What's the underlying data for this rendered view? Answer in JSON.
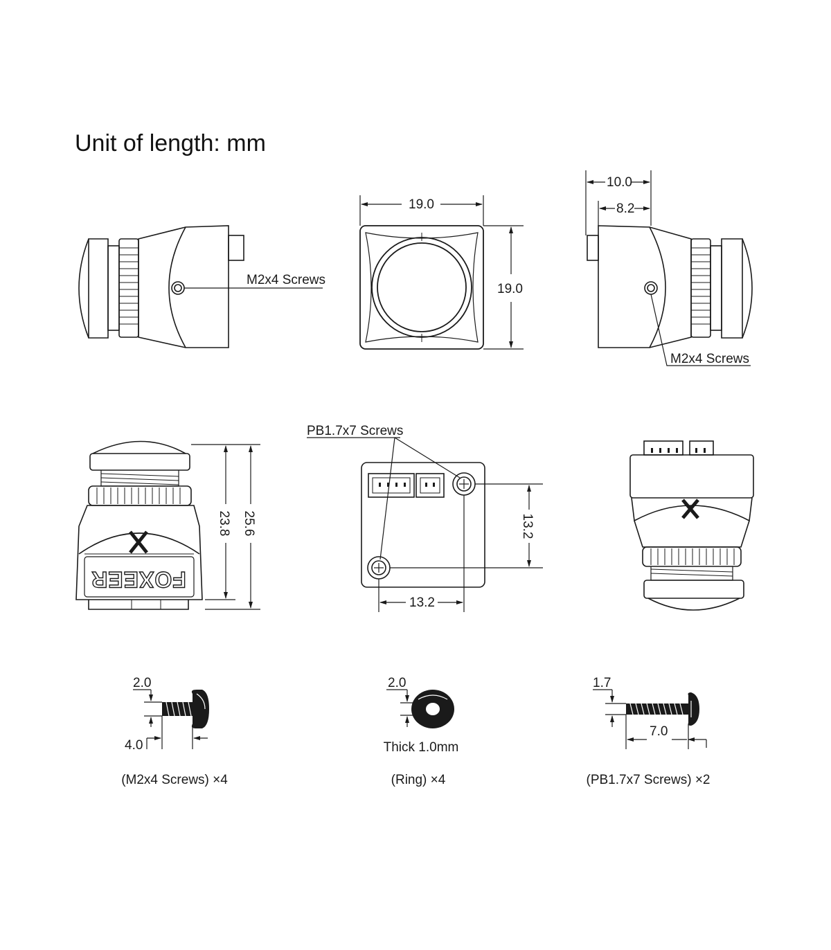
{
  "title": "Unit of length: mm",
  "callouts": {
    "m2x4_left": "M2x4 Screws",
    "m2x4_right": "M2x4 Screws",
    "pb_screws": "PB1.7x7 Screws"
  },
  "dimensions": {
    "front_width": "19.0",
    "front_height": "19.0",
    "side_depth_total": "10.0",
    "side_depth_body": "8.2",
    "height_body": "23.8",
    "height_total": "25.6",
    "back_hole_vertical": "13.2",
    "back_hole_horizontal": "13.2",
    "screw_diameter": "2.0",
    "screw_length": "4.0",
    "ring_diameter": "2.0",
    "ring_thickness": "Thick 1.0mm",
    "pb_diameter": "1.7",
    "pb_length": "7.0"
  },
  "brand": "FOXEER",
  "captions": {
    "screws": "(M2x4 Screws) ×4",
    "ring": "(Ring) ×4",
    "pb": "(PB1.7x7 Screws) ×2"
  },
  "colors": {
    "ink": "#1a1a1a",
    "paper": "#ffffff"
  }
}
